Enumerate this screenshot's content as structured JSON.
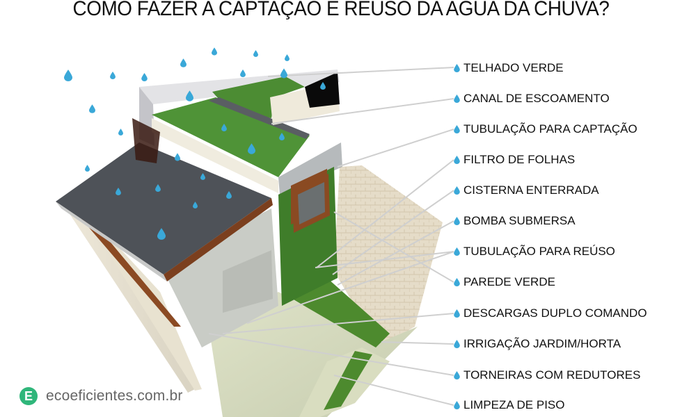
{
  "title": "COMO FAZER A CAPTAÇAO E REUSO DA AGUA DA CHUVA?",
  "labels": [
    {
      "text": "TELHADO VERDE",
      "icon": "water-drop-icon"
    },
    {
      "text": "CANAL DE ESCOAMENTO",
      "icon": "water-drop-icon"
    },
    {
      "text": "TUBULAÇÃO PARA CAPTAÇÃO",
      "icon": "water-drop-icon"
    },
    {
      "text": "FILTRO DE FOLHAS",
      "icon": "water-drop-icon"
    },
    {
      "text": "CISTERNA ENTERRADA",
      "icon": "water-drop-icon"
    },
    {
      "text": "BOMBA SUBMERSA",
      "icon": "water-drop-icon"
    },
    {
      "text": "TUBULAÇÃO PARA REÚSO",
      "icon": "water-drop-icon"
    },
    {
      "text": "PAREDE VERDE",
      "icon": "water-drop-icon"
    },
    {
      "text": "DESCARGAS DUPLO COMANDO",
      "icon": "water-drop-icon"
    },
    {
      "text": "IRRIGAÇÃO JARDIM/HORTA",
      "icon": "water-drop-icon"
    },
    {
      "text": "TORNEIRAS COM REDUTORES",
      "icon": "water-drop-icon"
    },
    {
      "text": "LIMPEZA DE PISO",
      "icon": "water-drop-icon"
    }
  ],
  "logo": {
    "letter": "E",
    "site": "ecoeficientes.com.br"
  },
  "colors": {
    "accent_drop": "#3aa8d8",
    "logo_green": "#2fb67a",
    "grass": "#4f8f35",
    "roof": "#4e5258",
    "leader_line": "#c8c8c8"
  }
}
